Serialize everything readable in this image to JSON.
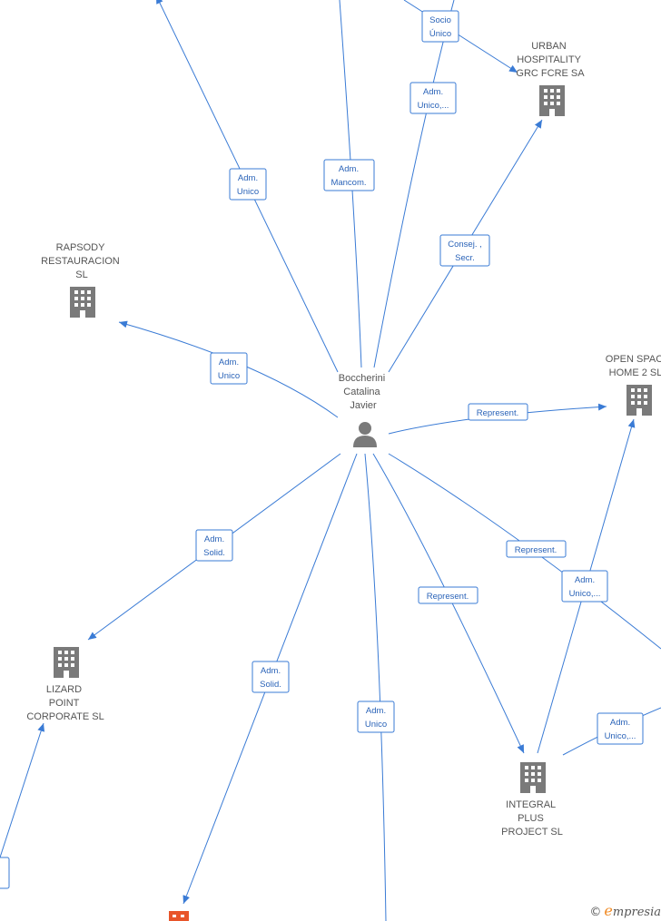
{
  "center_person": {
    "lines": [
      "Boccherini",
      "Catalina",
      "Javier"
    ]
  },
  "companies": {
    "urban": {
      "lines": [
        "URBAN",
        "HOSPITALITY",
        "GRC FCRE SA"
      ]
    },
    "rapsody": {
      "lines": [
        "RAPSODY",
        "RESTAURACION",
        "SL"
      ]
    },
    "open_space": {
      "lines": [
        "OPEN SPAC",
        "HOME 2  SL"
      ]
    },
    "lizard": {
      "lines": [
        "LIZARD",
        "POINT",
        "CORPORATE  SL"
      ]
    },
    "integral": {
      "lines": [
        "INTEGRAL",
        "PLUS",
        "PROJECT  SL"
      ]
    }
  },
  "relations": {
    "socio_unico": [
      "Socio",
      "Único"
    ],
    "adm_unico_top": [
      "Adm.",
      "Unico,..."
    ],
    "adm_mancom": [
      "Adm.",
      "Mancom."
    ],
    "adm_unico_left_top": [
      "Adm.",
      "Unico"
    ],
    "consej_secr": [
      "Consej. ,",
      "Secr."
    ],
    "adm_unico_rapsody": [
      "Adm.",
      "Unico"
    ],
    "represent_open": [
      "Represent."
    ],
    "represent_right": [
      "Represent."
    ],
    "adm_unico_right": [
      "Adm.",
      "Unico,..."
    ],
    "adm_solid_lizard": [
      "Adm.",
      "Solid."
    ],
    "adm_solid_bottom": [
      "Adm.",
      "Solid."
    ],
    "represent_integral": [
      "Represent."
    ],
    "adm_unico_bottom": [
      "Adm.",
      "Unico"
    ],
    "adm_unico_far_right": [
      "Adm.",
      "Unico,..."
    ]
  },
  "watermark": {
    "copyright": "©",
    "brand_initial": "e",
    "brand_rest": "mpresia"
  },
  "colors": {
    "edge": "#3a7bd5",
    "building": "#7a7a7a",
    "highlight_building": "#e8552a"
  }
}
